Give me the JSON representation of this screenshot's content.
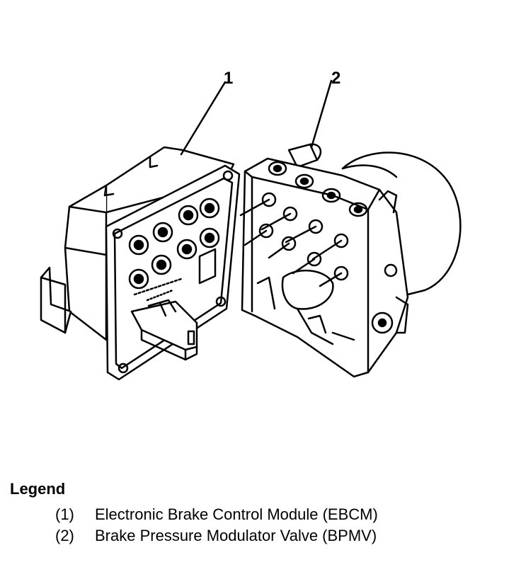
{
  "callouts": {
    "one": "1",
    "two": "2"
  },
  "legend": {
    "title": "Legend",
    "items": [
      {
        "num": "(1)",
        "label": "Electronic Brake Control Module (EBCM)"
      },
      {
        "num": "(2)",
        "label": "Brake Pressure Modulator Valve (BPMV)"
      }
    ]
  }
}
